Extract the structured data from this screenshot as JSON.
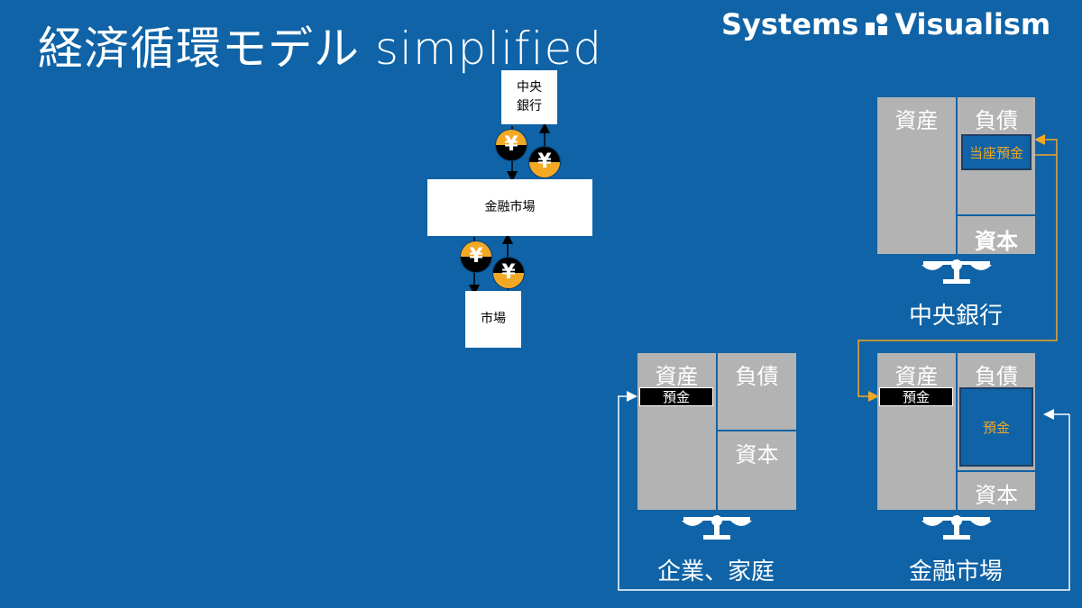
{
  "header": {
    "title": "経済循環モデル simplified",
    "brand_left": "Systems",
    "brand_right": "Visualism"
  },
  "flow": {
    "central_bank_label": "中央\n銀行",
    "financial_market_label": "金融市場",
    "market_label": "市場",
    "yen_symbol": "¥"
  },
  "balance_sheets": {
    "central_bank": {
      "assets": "資産",
      "liabilities": "負債",
      "capital": "資本",
      "current_deposit": "当座預金",
      "caption": "中央銀行"
    },
    "firms_households": {
      "assets": "資産",
      "liabilities": "負債",
      "capital": "資本",
      "deposit_tag": "預金",
      "caption": "企業、家庭"
    },
    "financial_market": {
      "assets": "資産",
      "liabilities": "負債",
      "capital": "資本",
      "deposit_tag": "預金",
      "deposit_liability": "預金",
      "caption": "金融市場"
    }
  },
  "colors": {
    "background": "#0f63a6",
    "coin_gold": "#f3a823",
    "coin_black": "#000000",
    "cell_gray": "#b3b3b3",
    "arrow_gold": "#f3a823"
  }
}
